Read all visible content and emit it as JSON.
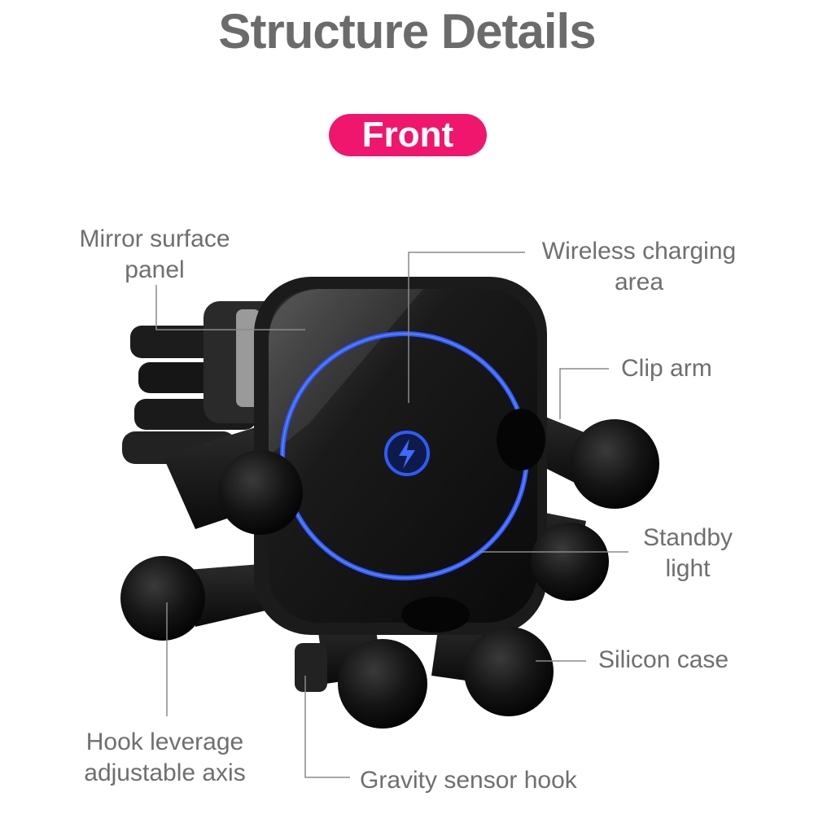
{
  "page": {
    "title": "Structure Details",
    "section_tag": "Front"
  },
  "labels": {
    "mirror_surface_panel": [
      "Mirror surface",
      "panel"
    ],
    "wireless_charging_area": [
      "Wireless charging",
      "area"
    ],
    "clip_arm": [
      "Clip arm"
    ],
    "standby_light": [
      "Standby",
      "light"
    ],
    "silicon_case": [
      "Silicon case"
    ],
    "hook_leverage_adjustable_axis": [
      "Hook leverage",
      "adjustable axis"
    ],
    "gravity_sensor_hook": [
      "Gravity sensor hook"
    ]
  },
  "colors": {
    "title_gray": "#6b6b6b",
    "label_gray": "#6f6f6f",
    "tag_pink": "#f0166d",
    "ring_blue": "#2f5bff",
    "product_black": "#111111"
  },
  "icons": {
    "charging_symbol": "lightning-bolt-icon"
  }
}
